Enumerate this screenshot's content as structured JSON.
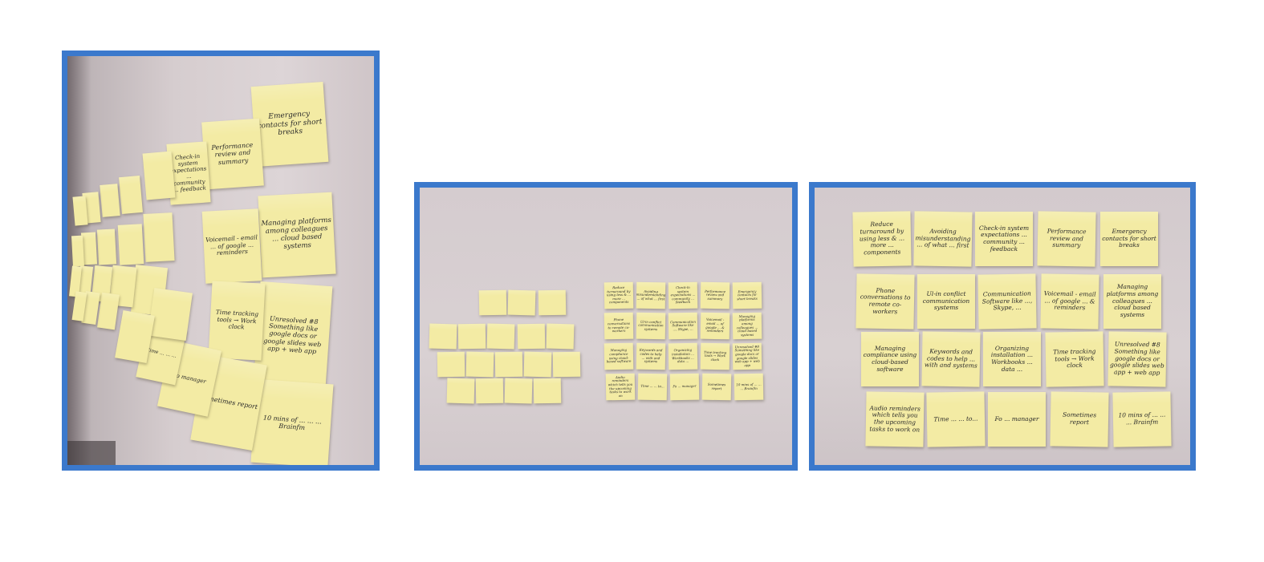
{
  "photos": [
    {
      "id": "photo-1",
      "description_name": "wall-perspective-photo"
    },
    {
      "id": "photo-2",
      "description_name": "wall-overview-photo"
    },
    {
      "id": "photo-3",
      "description_name": "wall-closeup-photo"
    }
  ],
  "notes_closeup": [
    [
      "Reduce turnaround by using less & ... more ... components",
      "Avoiding misunderstanding ... of what ... first",
      "Check-in system expectations ... community ... feedback",
      "Performance review and summary",
      "Emergency contacts for short breaks"
    ],
    [
      "Phone conversations to remote co-workers",
      "Ul-in conflict communication systems",
      "Communication Software like ..., Skype, ...",
      "Voicemail - email ... of google ... & reminders",
      "Managing platforms among colleagues ... cloud based systems"
    ],
    [
      "Managing compliance using cloud-based software",
      "Keywords and codes to help ... with and systems",
      "Organizing installation ... Workbooks ... data ...",
      "Time tracking tools → Work clock",
      "Unresolved #8 Something like google docs or google slides web app + web app"
    ],
    [
      "Audio reminders which tells you the upcoming tasks to work on",
      "Time ... ... to...",
      "Fo ... manager",
      "Sometimes report",
      "10 mins of ... ... ... Brainfm"
    ]
  ],
  "notes_perspective": [
    "Emergency contacts for short breaks",
    "Performance review and summary",
    "Check-in system expectations ... community ... feedback",
    "Managing platforms among colleagues ... cloud based systems",
    "Voicemail - email ... of google ... reminders",
    "Unresolved #8 Something like google docs or google slides web app + web app",
    "Time tracking tools → Work clock",
    "10 mins of ... ... ... Brainfm",
    "Sometimes report",
    "Fo manager",
    "Time ... ... ..."
  ]
}
